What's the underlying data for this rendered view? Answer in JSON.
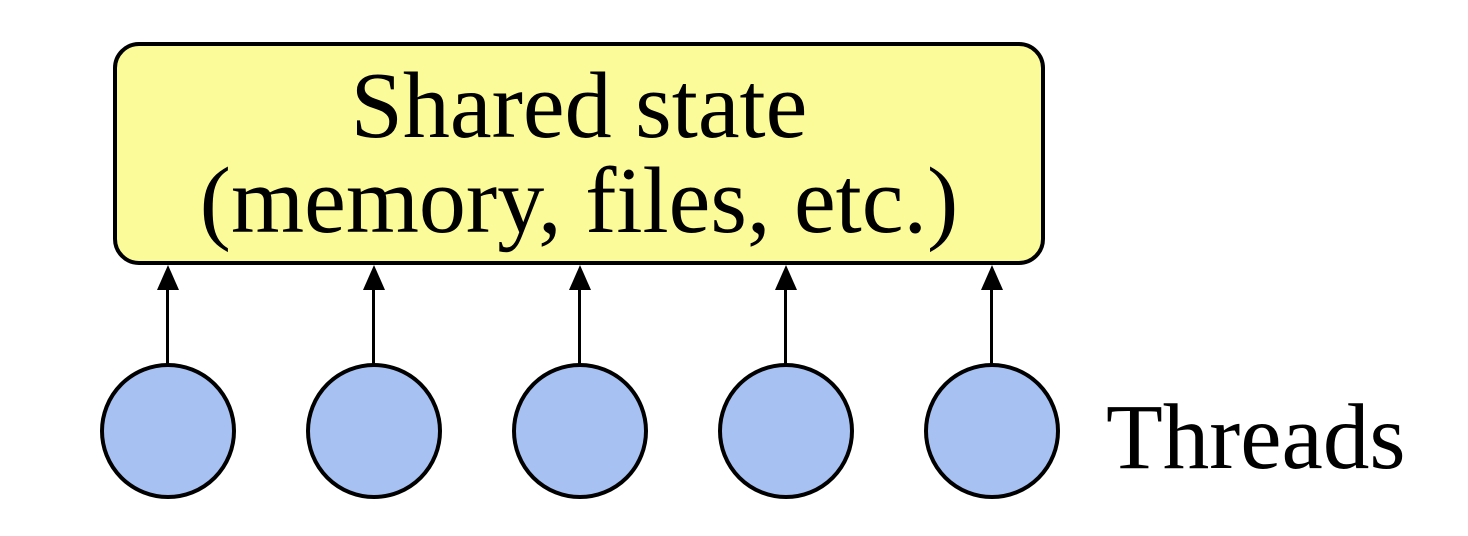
{
  "diagram": {
    "background_color": "#FFFFFF",
    "shared_state_box": {
      "line1": "Shared state",
      "line2": "(memory, files, etc.)",
      "fill_color": "#FBFB99",
      "border_color": "#000000",
      "text_color": "#000000"
    },
    "threads": {
      "count": 5,
      "label": "Threads",
      "circle_fill_color": "#A6C1F2",
      "circle_border_color": "#000000",
      "arrow_color": "#000000",
      "arrow_direction": "up"
    }
  }
}
